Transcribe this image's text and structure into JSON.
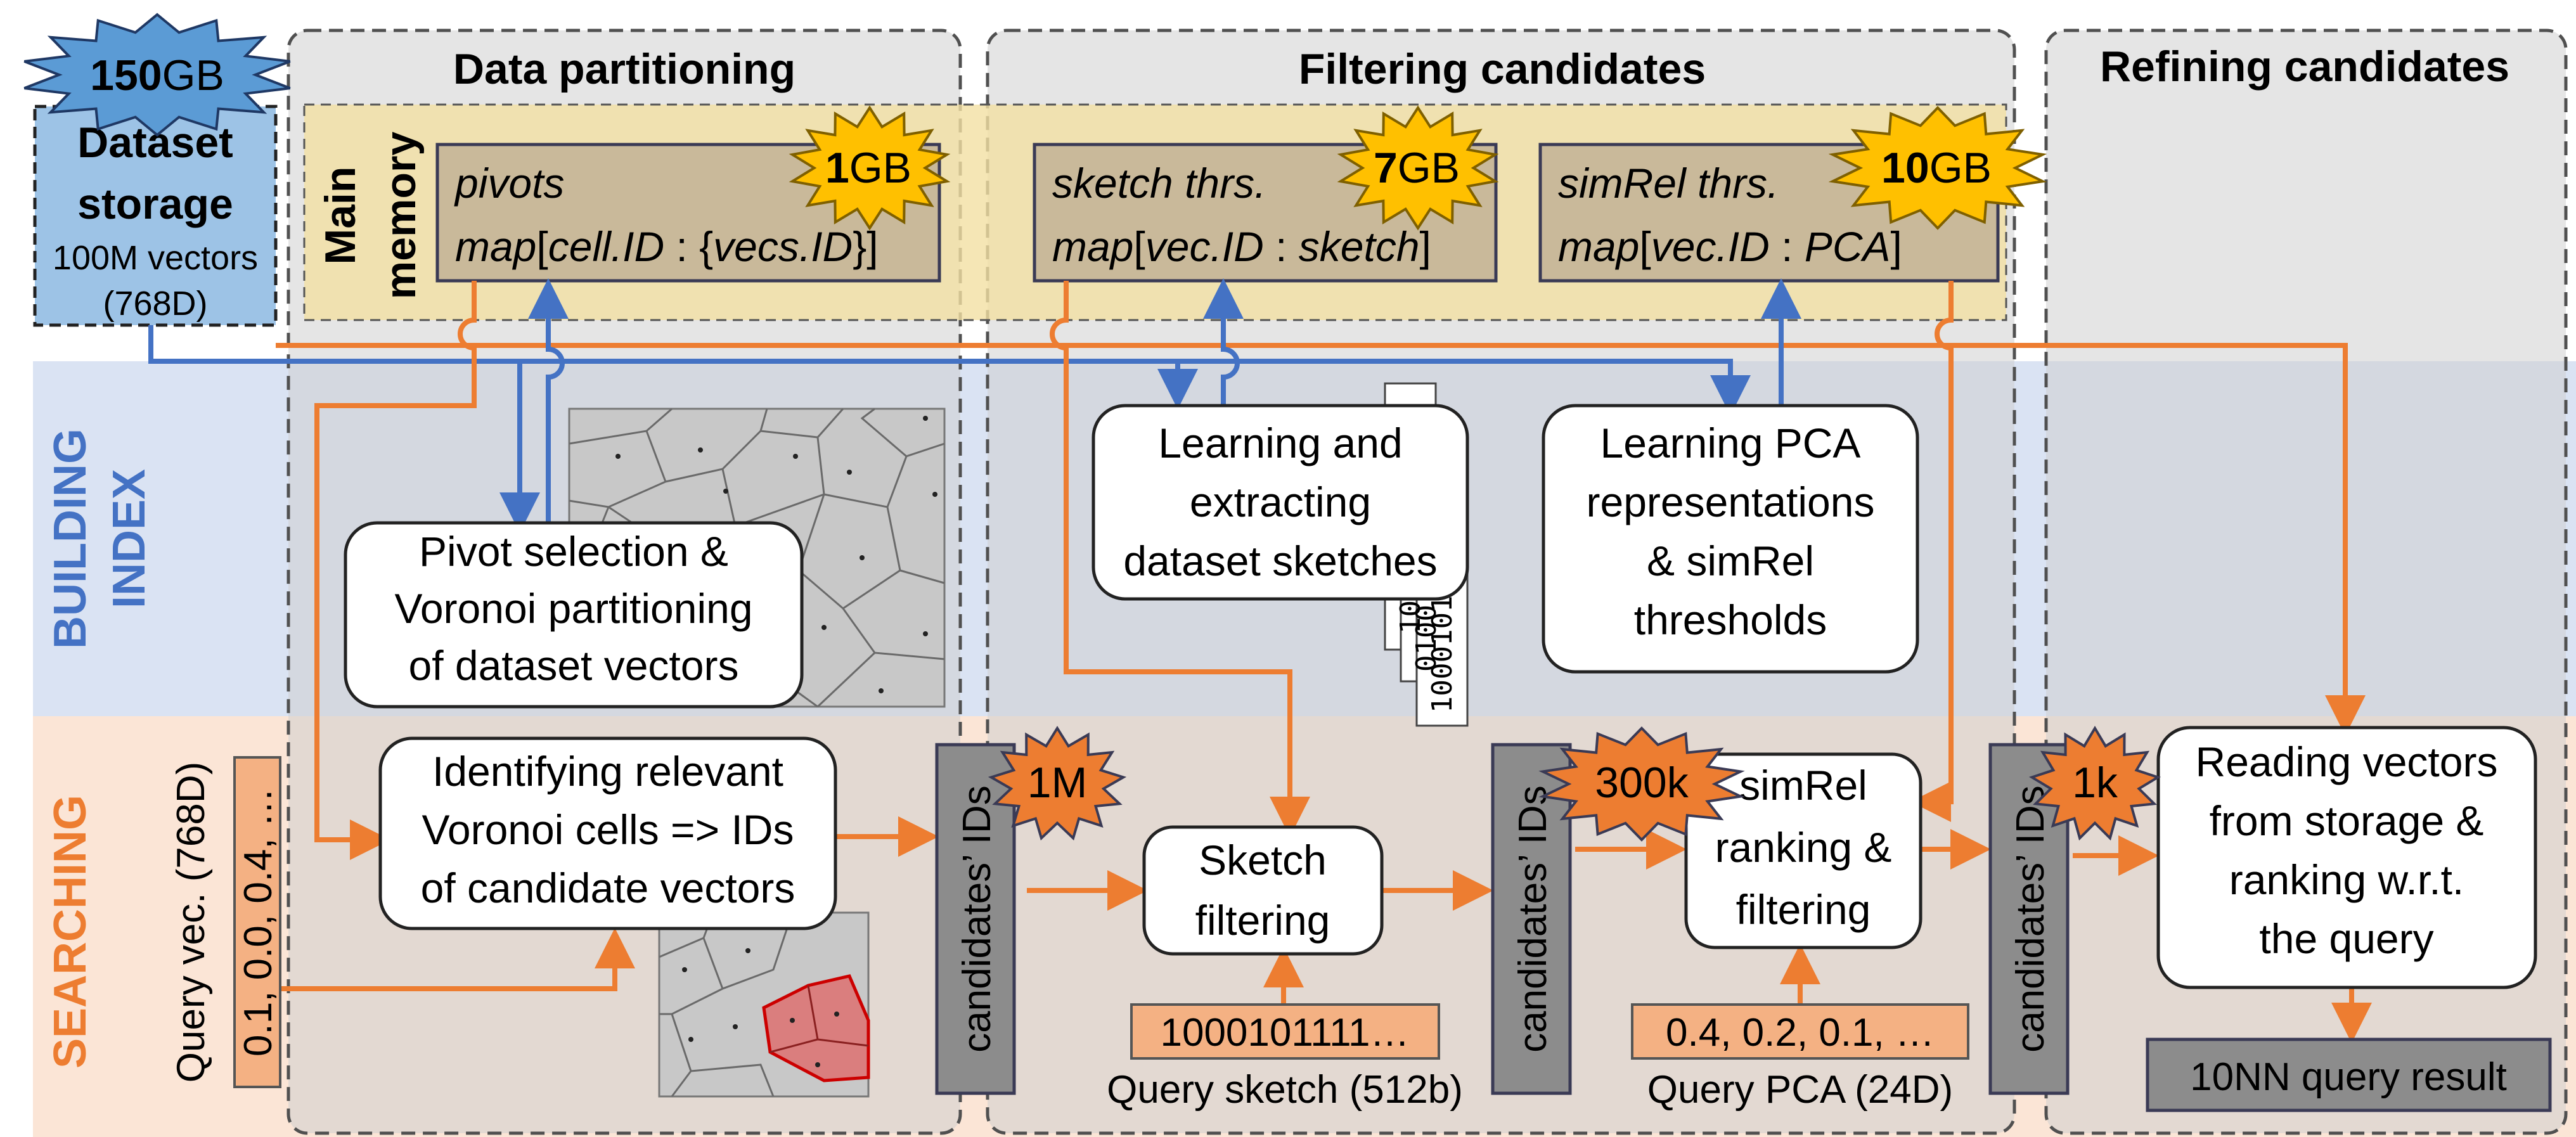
{
  "panels": {
    "partitioning": "Data partitioning",
    "filtering": "Filtering candidates",
    "refining": "Refining candidates"
  },
  "dataset": {
    "size_num": "150",
    "size_unit": "GB",
    "title_line1": "Dataset",
    "title_line2": "storage",
    "detail_line1": "100M vectors",
    "detail_line2": "(768D)"
  },
  "main_memory": {
    "line1": "Main",
    "line2": "memory"
  },
  "memory_boxes": {
    "pivots": {
      "line1": "pivots",
      "map_open": "map",
      "map_rest_a": "[",
      "map_key": "cell.ID",
      "map_rest_b": " : {",
      "map_val": "vecs.ID",
      "map_rest_c": "}]",
      "size_num": "1",
      "size_unit": "GB"
    },
    "sketch": {
      "line1": "sketch thrs.",
      "map_open": "map",
      "map_rest_a": "[",
      "map_key": "vec.ID",
      "map_rest_b": " : ",
      "map_val": "sketch",
      "map_rest_c": "]",
      "size_num": "7",
      "size_unit": "GB"
    },
    "simrel": {
      "line1": "simRel thrs.",
      "map_open": "map",
      "map_rest_a": "[",
      "map_key": "vec.ID",
      "map_rest_b": " : ",
      "map_val": "PCA",
      "map_rest_c": "]",
      "size_num": "10",
      "size_unit": "GB"
    }
  },
  "phases": {
    "building_line1": "BUILDING",
    "building_line2": "INDEX",
    "searching": "SEARCHING"
  },
  "process_boxes": {
    "pivot_selection": [
      "Pivot selection &",
      "Voronoi partitioning",
      "of dataset vectors"
    ],
    "learning_sketches": [
      "Learning and",
      "extracting",
      "dataset sketches"
    ],
    "learning_pca": [
      "Learning PCA",
      "representations",
      "& simRel",
      "thresholds"
    ],
    "identifying": [
      "Identifying relevant",
      "Voronoi cells => IDs",
      "of candidate vectors"
    ],
    "sketch_filtering": [
      "Sketch",
      "filtering"
    ],
    "simrel_ranking": [
      "simRel",
      "ranking &",
      "filtering"
    ],
    "reading_vectors": [
      "Reading vectors",
      "from storage &",
      "ranking w.r.t.",
      "the query"
    ]
  },
  "candidates_label": "candidates’ IDs",
  "candidate_counts": {
    "c1": "1M",
    "c2": "300k",
    "c3": "1k"
  },
  "query": {
    "vec_label": "Query vec. (768D)",
    "vec_values": "0.1, 0.0, 0.4, …",
    "sketch_value": "1000101111…",
    "sketch_label": "Query sketch (512b)",
    "pca_value": "0.4, 0.2, 0.1, …",
    "pca_label": "Query PCA (24D)"
  },
  "sketch_bits": [
    "1000101111110010",
    "0100",
    "10"
  ],
  "result": "10NN query result",
  "colors": {
    "orange_arrow": "#ed7d31",
    "blue_arrow": "#4472c4",
    "building_band": "#dae3f3",
    "searching_band": "#fbe5d6",
    "memory_band": "#f2e0a3",
    "panel_gray": "#d9d9d9",
    "star_yellow": "#ffc000",
    "star_orange": "#ed7d31",
    "star_blue": "#5b9bd5",
    "storage_blue": "#9dc3e6",
    "query_fill": "#f4b183",
    "candidates_gray": "#8c8c8c"
  }
}
